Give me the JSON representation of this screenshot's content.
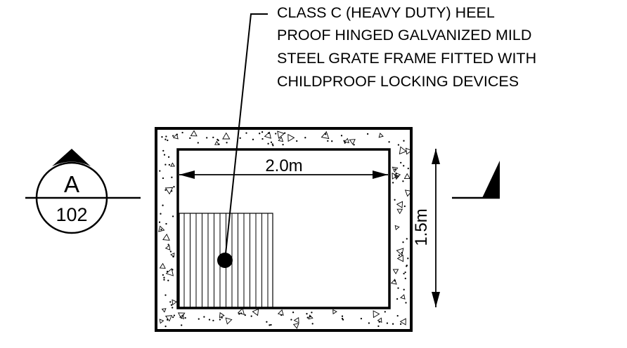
{
  "annotation": {
    "lines": [
      "CLASS C (HEAVY DUTY) HEEL",
      "PROOF HINGED GALVANIZED MILD",
      "STEEL GRATE FRAME FITTED WITH",
      "CHILDPROOF LOCKING DEVICES"
    ]
  },
  "dimensions": {
    "width_label": "2.0m",
    "height_label": "1.5m"
  },
  "section_marker": {
    "letter": "A",
    "sheet": "102"
  }
}
